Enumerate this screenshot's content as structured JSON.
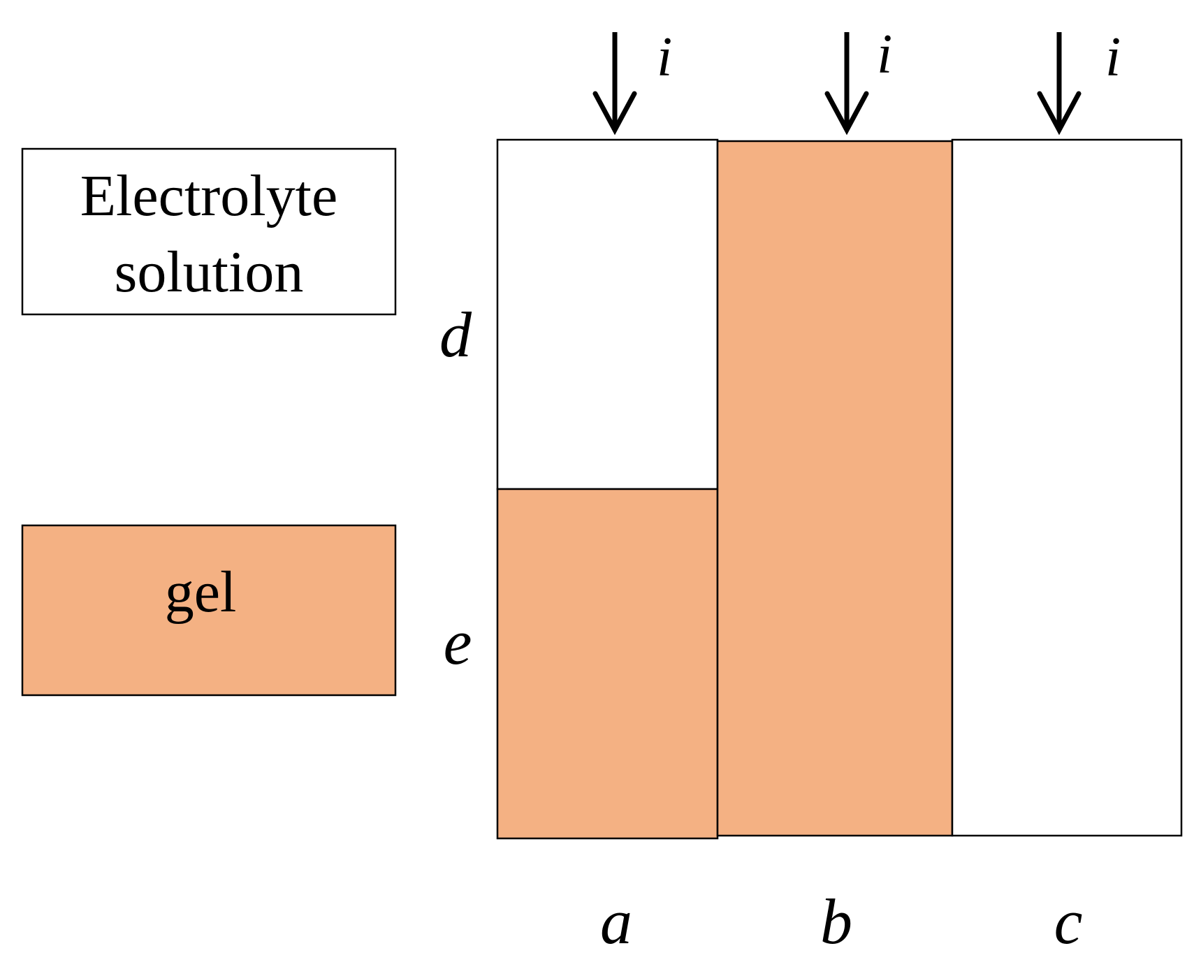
{
  "colors": {
    "gel": "#f4b183",
    "solution": "#ffffff",
    "stroke": "#000000"
  },
  "legend": {
    "solution_line1": "Electrolyte",
    "solution_line2": "solution",
    "gel": "gel"
  },
  "current_label": "i",
  "columns": {
    "a": "a",
    "b": "b",
    "c": "c"
  },
  "rows": {
    "d": "d",
    "e": "e"
  }
}
